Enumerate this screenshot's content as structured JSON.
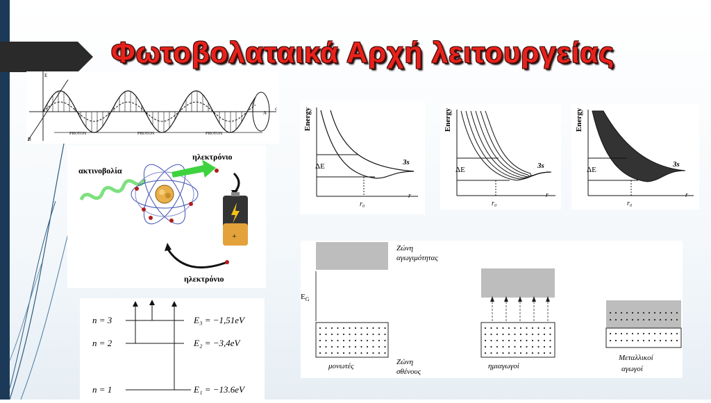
{
  "slide": {
    "title": "Φωτοβολαταικά Αρχή λειτουργείας"
  },
  "photon_wave": {
    "axis_e": "E",
    "axis_c": "c",
    "axis_b": "B",
    "label_a": "A",
    "photon_labels": [
      "PHOTON",
      "PHOTON",
      "PHOTON"
    ]
  },
  "atom": {
    "radiation_label": "ακτινοβολία",
    "electron_top": "ηλεκτρόνιο",
    "electron_bottom": "ηλεκτρόνιο"
  },
  "energy_levels": [
    {
      "n": "n = 3",
      "e": "E₃ = −1,51eV"
    },
    {
      "n": "n = 2",
      "e": "E₂ = −3,4eV"
    },
    {
      "n": "n = 1",
      "e": "E₁ = −13.6eV"
    }
  ],
  "energy_curves": {
    "ylabel": "Energy",
    "delta": "ΔE",
    "state": "3s",
    "r0": "r₀",
    "r": "r"
  },
  "bands": {
    "conduction_1": "Ζώνη",
    "conduction_2": "αγωγιμότητας",
    "gap": "E",
    "gap_sub": "G",
    "valence_1": "Ζώνη",
    "valence_2": "σθένους",
    "insulator": "μονωτές",
    "semiconductor": "ημιαγωγοί",
    "metal_1": "Μεταλλικοί",
    "metal_2": "αγωγοί"
  },
  "colors": {
    "title": "#e8221b",
    "sidebar": "#1c3a57",
    "band_gray": "#bdbdbd"
  }
}
